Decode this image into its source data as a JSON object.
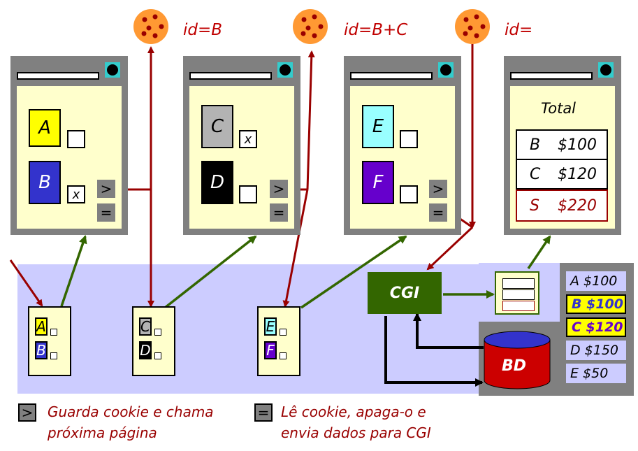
{
  "cookies": [
    {
      "label": "id=B"
    },
    {
      "label": "id=B+C"
    },
    {
      "label": "id="
    }
  ],
  "windows": [
    {
      "items": [
        {
          "letter": "A",
          "color": "#ffff00",
          "checked": ""
        },
        {
          "letter": "B",
          "color": "#3333cc",
          "checked": "x"
        }
      ]
    },
    {
      "items": [
        {
          "letter": "C",
          "color": "#b3b3b3",
          "checked": "x"
        },
        {
          "letter": "D",
          "color": "#000000",
          "checked": ""
        }
      ]
    },
    {
      "items": [
        {
          "letter": "E",
          "color": "#99ffff",
          "checked": ""
        },
        {
          "letter": "F",
          "color": "#6600cc",
          "checked": ""
        }
      ]
    }
  ],
  "buttons": {
    "next": ">",
    "submit": "="
  },
  "total_window": {
    "title": "Total",
    "rows": [
      {
        "item": "B",
        "price": "$100"
      },
      {
        "item": "C",
        "price": "$120"
      },
      {
        "item": "S",
        "price": "$220"
      }
    ]
  },
  "mini_pages": [
    {
      "letters": [
        "A",
        "B"
      ]
    },
    {
      "letters": [
        "C",
        "D"
      ]
    },
    {
      "letters": [
        "E",
        "F"
      ]
    }
  ],
  "cgi_label": "CGI",
  "db_label": "BD",
  "db_rows": [
    {
      "text": "A $100",
      "highlight": false
    },
    {
      "text": "B $100",
      "highlight": true
    },
    {
      "text": "C $120",
      "highlight": true
    },
    {
      "text": "D $150",
      "highlight": false
    },
    {
      "text": "E $50",
      "highlight": false
    }
  ],
  "legend": {
    "next_symbol": ">",
    "next_line1": "Guarda cookie e chama",
    "next_line2": "próxima página",
    "submit_symbol": "=",
    "submit_line1": "Lê cookie, apaga-o e",
    "submit_line2": "envia dados para CGI"
  },
  "colors": {
    "arrow_red": "#990000",
    "arrow_green": "#336600",
    "server_area": "#ccccff",
    "cgi": "#336600",
    "db": "#cc0000",
    "window_body": "#ffffcc",
    "frame": "#808080"
  }
}
